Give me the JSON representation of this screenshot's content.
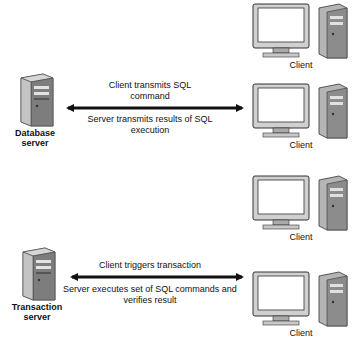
{
  "diagram": {
    "nodes": [
      {
        "text": [
          "Database server"
        ]
      },
      {
        "text": [
          "Client"
        ]
      },
      {
        "text": [
          "Client"
        ]
      },
      {
        "text": [
          "Transaction server"
        ]
      },
      {
        "text": [
          "Client"
        ]
      },
      {
        "text": [
          "Client"
        ]
      }
    ],
    "edges": [
      {
        "from": 0,
        "to": 2,
        "arrow": "both",
        "label": "Client transmits SQL command"
      },
      {
        "from": 3,
        "to": 5,
        "arrow": "both",
        "label": "Client triggers transaction"
      }
    ],
    "labels": [
      "Server transmits results of SQL execution",
      "Server executes set of SQL commands and verifies result"
    ]
  }
}
